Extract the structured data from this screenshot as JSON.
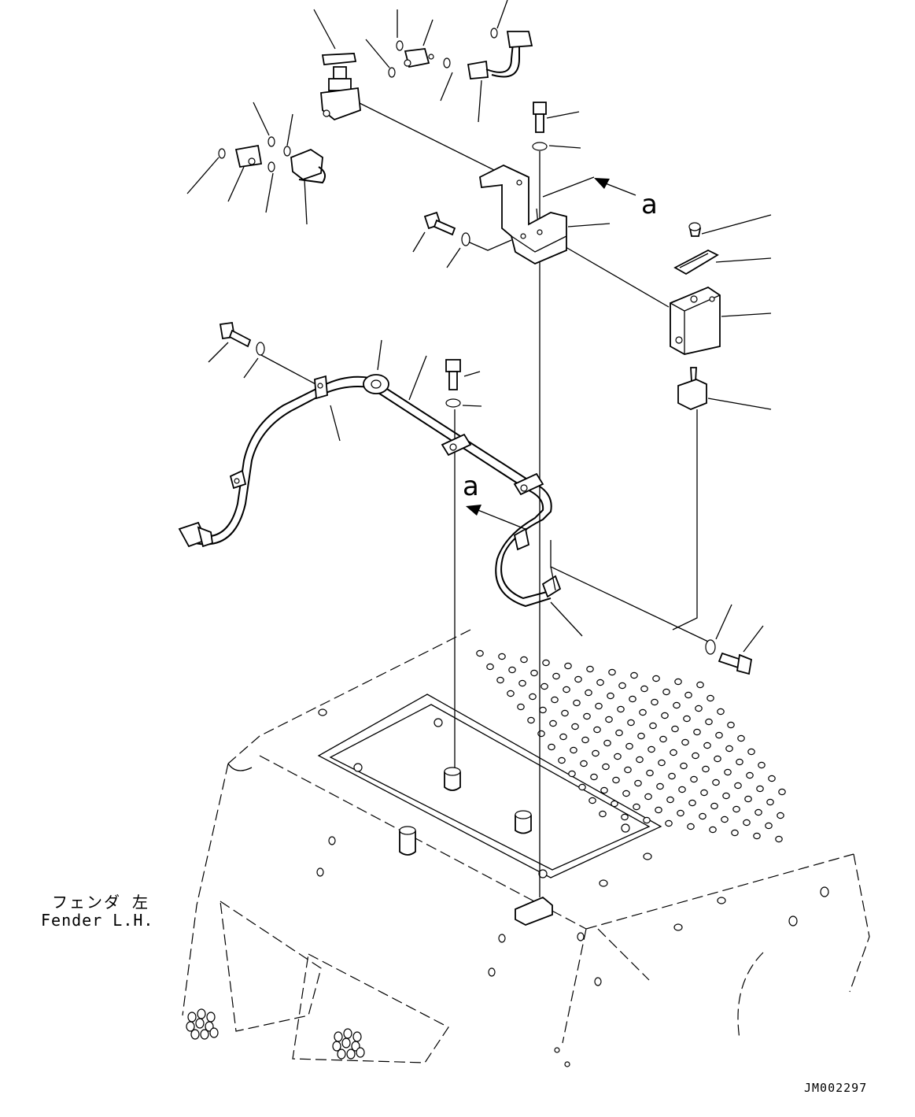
{
  "drawing": {
    "fender_label_ja": "フェンダ 左",
    "fender_label_en": "Fender L.H.",
    "view_marker_1": "a",
    "view_marker_2": "a",
    "drawing_code": "JM002297"
  }
}
